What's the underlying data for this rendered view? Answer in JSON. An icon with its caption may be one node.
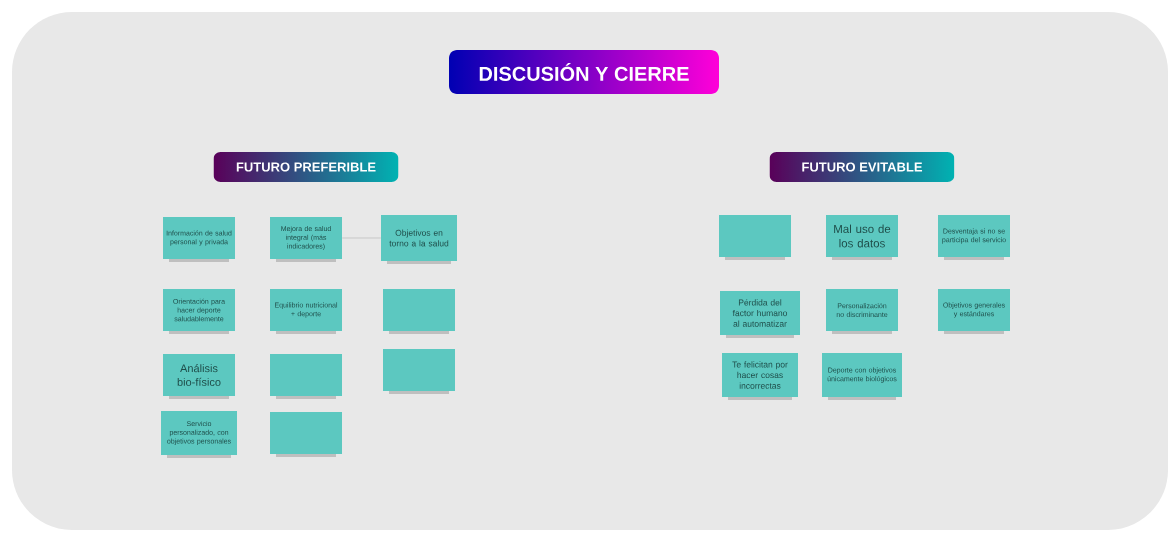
{
  "diagram": {
    "nodes": [
      {
        "text": [
          "DISCUSIÓN Y CIERRE"
        ]
      },
      {
        "text": [
          "FUTURO PREFERIBLE"
        ]
      },
      {
        "text": [
          "FUTURO EVITABLE"
        ]
      },
      {
        "text": [
          "Información de salud personal y privada"
        ]
      },
      {
        "text": [
          "Mejora de salud integral (más indicadores)"
        ]
      },
      {
        "text": [
          "Objetivos en torno a la salud"
        ]
      },
      {
        "text": [
          "Orientación para hacer deporte saludablemente"
        ]
      },
      {
        "text": [
          "Equilibrio nutricional + deporte"
        ]
      },
      {
        "text": [],
        "shape": "box"
      },
      {
        "text": [
          "Análisis bio-físico"
        ]
      },
      {
        "text": [],
        "shape": "box"
      },
      {
        "text": [],
        "shape": "box"
      },
      {
        "text": [
          "Servicio personalizado, con objetivos personales"
        ]
      },
      {
        "text": [],
        "shape": "box"
      },
      {
        "text": [],
        "shape": "box"
      },
      {
        "text": [
          "Mal uso de los datos"
        ]
      },
      {
        "text": [
          "Desventaja si no se participa del servicio"
        ]
      },
      {
        "text": [
          "Pérdida del factor humano al automatizar"
        ]
      },
      {
        "text": [
          "Personalización no discriminante"
        ]
      },
      {
        "text": [
          "Objetivos generales y estándares"
        ]
      },
      {
        "text": [
          "Te felicitan por hacer cosas incorrectas"
        ]
      },
      {
        "text": [
          "Deporte con objetivos únicamente biológicos"
        ]
      }
    ],
    "edges": [
      {
        "from": 4,
        "to": 5,
        "arrow": "none"
      }
    ]
  }
}
